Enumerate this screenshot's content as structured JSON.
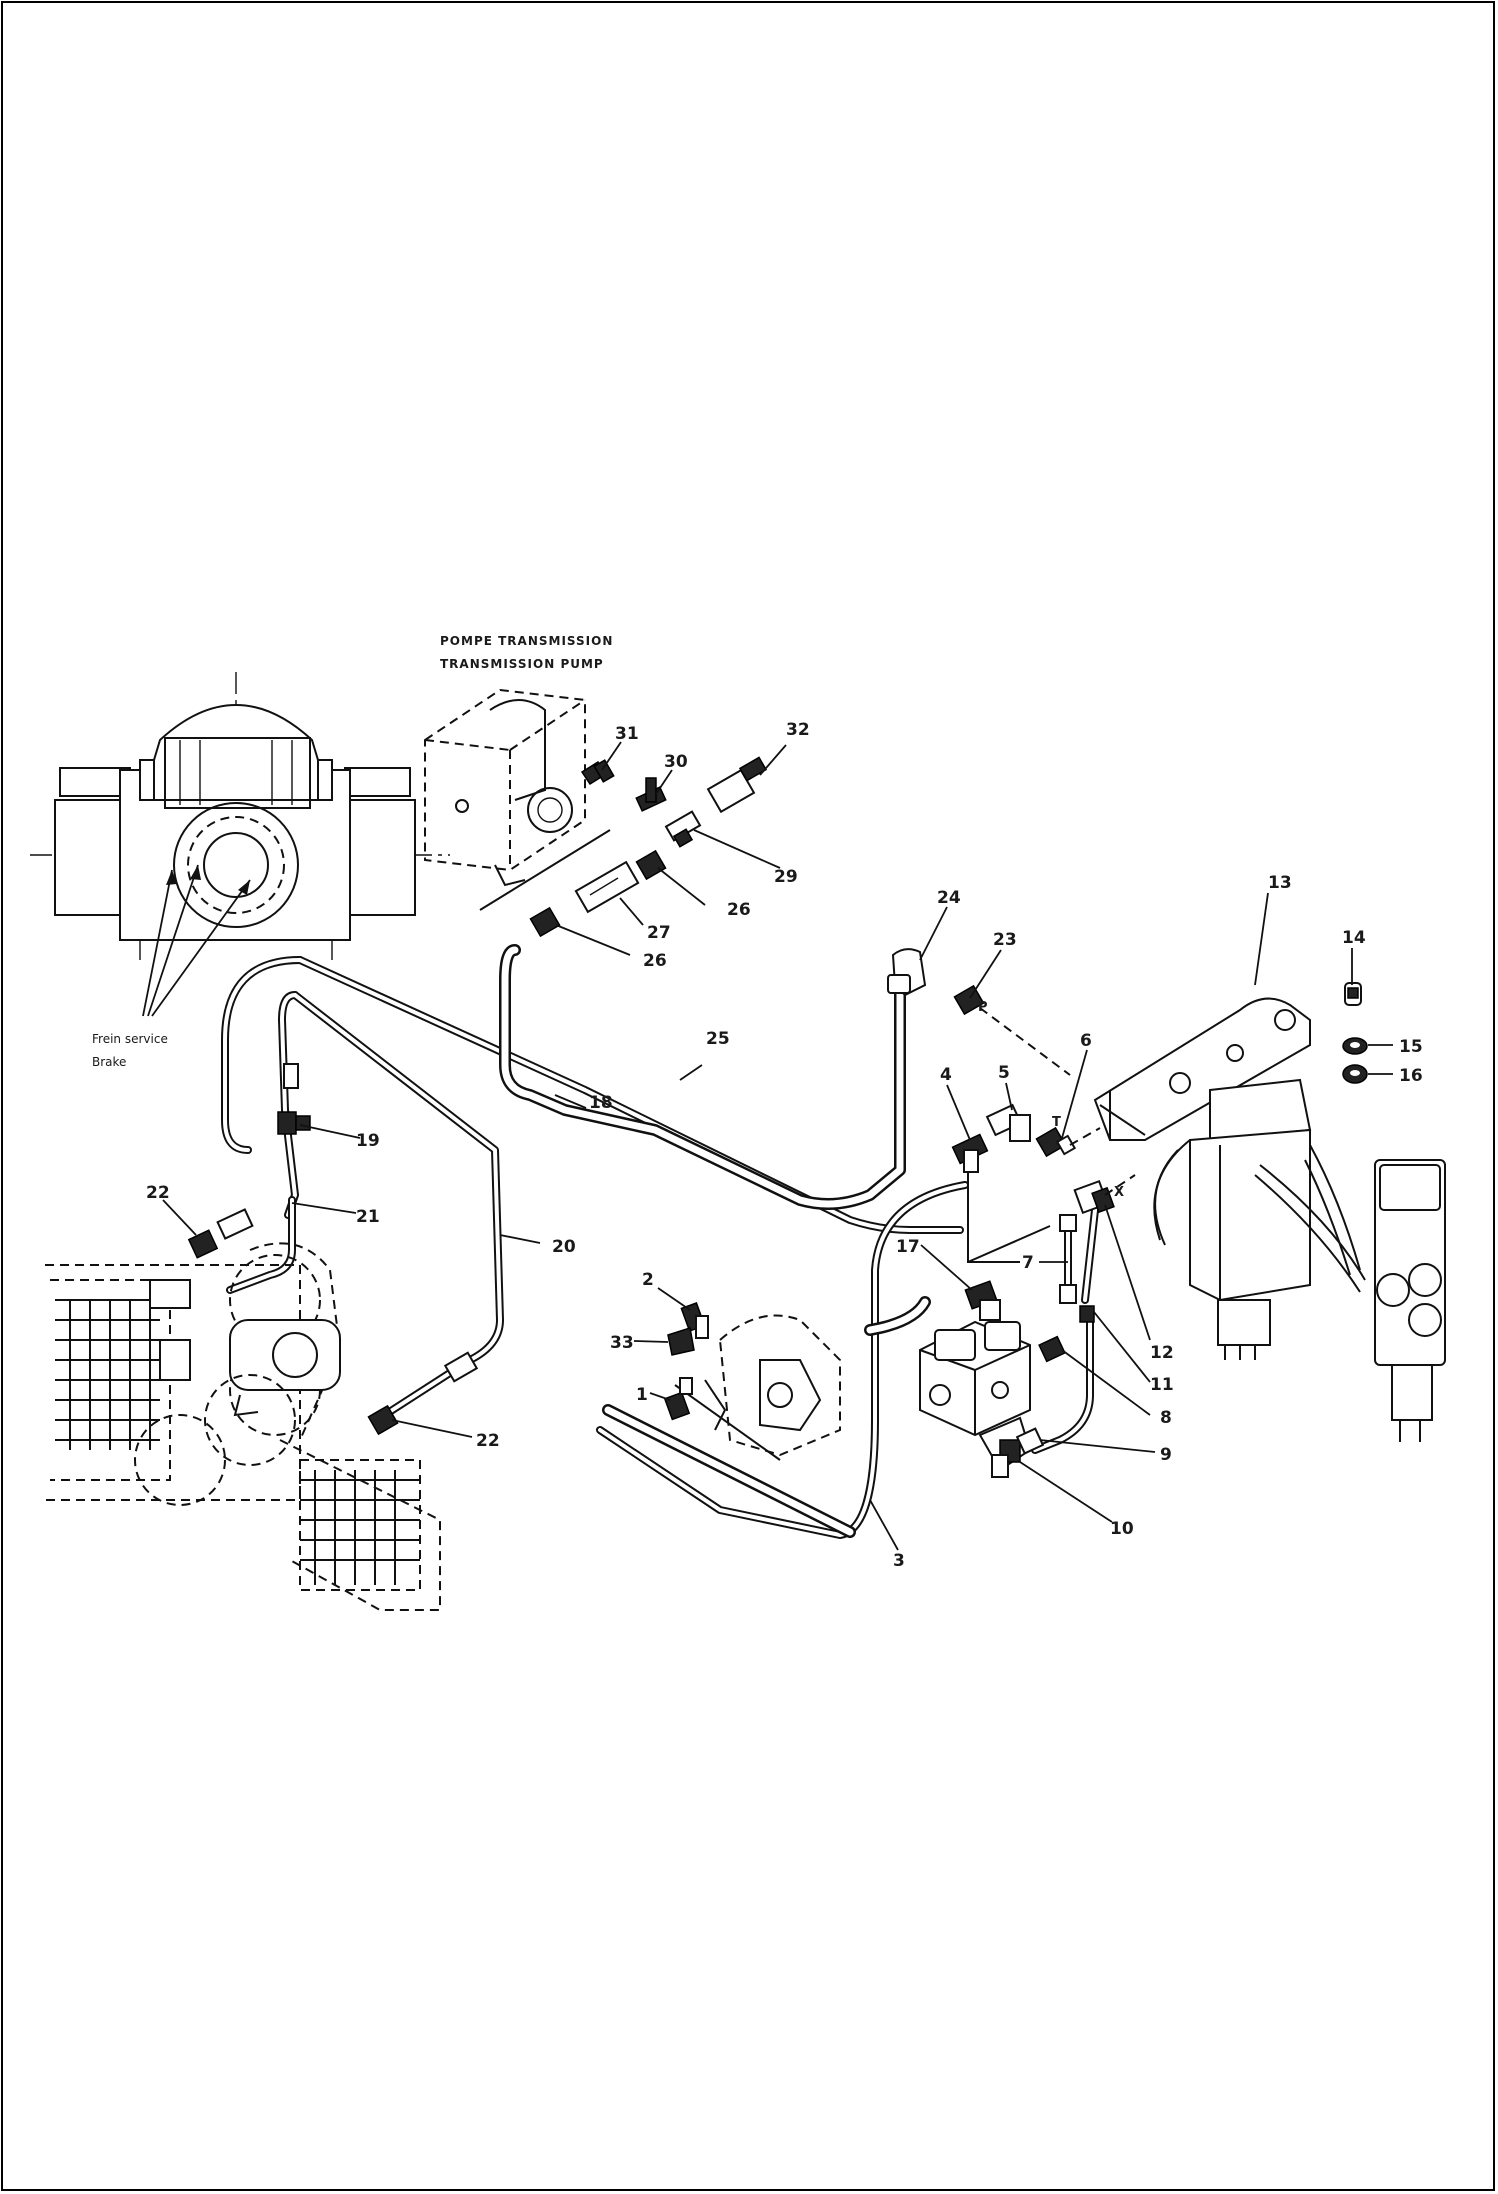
{
  "captions": {
    "pump_fr": "POMPE TRANSMISSION",
    "pump_en": "TRANSMISSION PUMP",
    "brake_line1": "Frein service",
    "brake_line2": "Brake"
  },
  "port_markers": {
    "p": "P",
    "t": "T",
    "x": "X"
  },
  "callouts": {
    "c1": "1",
    "c2": "2",
    "c3": "3",
    "c4": "4",
    "c5": "5",
    "c6": "6",
    "c7": "7",
    "c8": "8",
    "c9": "9",
    "c10": "10",
    "c11": "11",
    "c12": "12",
    "c13": "13",
    "c14": "14",
    "c15": "15",
    "c16": "16",
    "c17": "17",
    "c18": "18",
    "c19": "19",
    "c20": "20",
    "c21": "21",
    "c22a": "22",
    "c22b": "22",
    "c23": "23",
    "c24": "24",
    "c25": "25",
    "c26a": "26",
    "c26b": "26",
    "c27": "27",
    "c29": "29",
    "c30": "30",
    "c31": "31",
    "c32": "32",
    "c33": "33"
  }
}
